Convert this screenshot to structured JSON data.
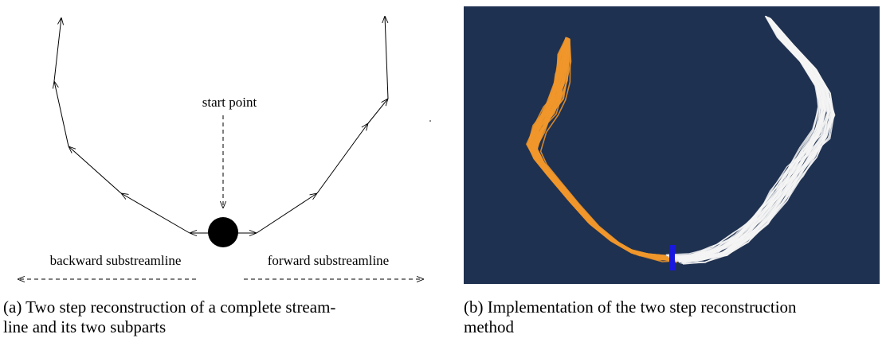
{
  "panel_a": {
    "labels": {
      "start_point": "start point",
      "backward": "backward substreamline",
      "forward": "forward substreamline"
    },
    "caption": "(a) Two step reconstruction of a complete streamline and its two subparts",
    "caption_lines": [
      "(a) Two step reconstruction of a complete stream-",
      "line and its two subparts"
    ]
  },
  "panel_b": {
    "caption": "(b) Implementation of the two step reconstruction method",
    "caption_lines": [
      "(b) Implementation of the two step reconstruction",
      "method"
    ],
    "colors": {
      "background": "#1f3150",
      "backward_fibers": "#f0962c",
      "forward_fibers": "#f4f4f4",
      "seed_marker": "#1818e0"
    }
  }
}
